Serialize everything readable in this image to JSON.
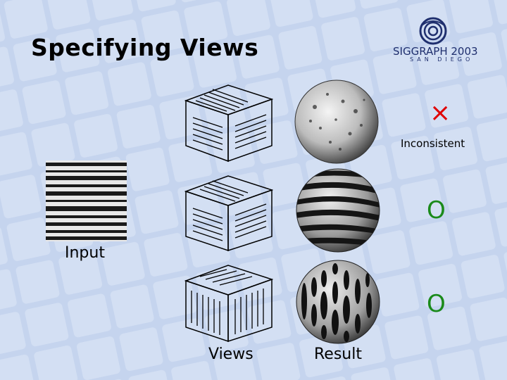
{
  "slide": {
    "title": "Specifying Views",
    "logo": {
      "main": "SIGGRAPH 2003",
      "sub": "SAN DIEGO"
    },
    "labels": {
      "input": "Input",
      "views": "Views",
      "result": "Result"
    },
    "rows": [
      {
        "status_mark": "×",
        "status_text": "Inconsistent",
        "mark_color": "#e00000"
      },
      {
        "status_mark": "O",
        "status_text": "",
        "mark_color": "#1a8a1a"
      },
      {
        "status_mark": "O",
        "status_text": "",
        "mark_color": "#1a8a1a"
      }
    ]
  }
}
